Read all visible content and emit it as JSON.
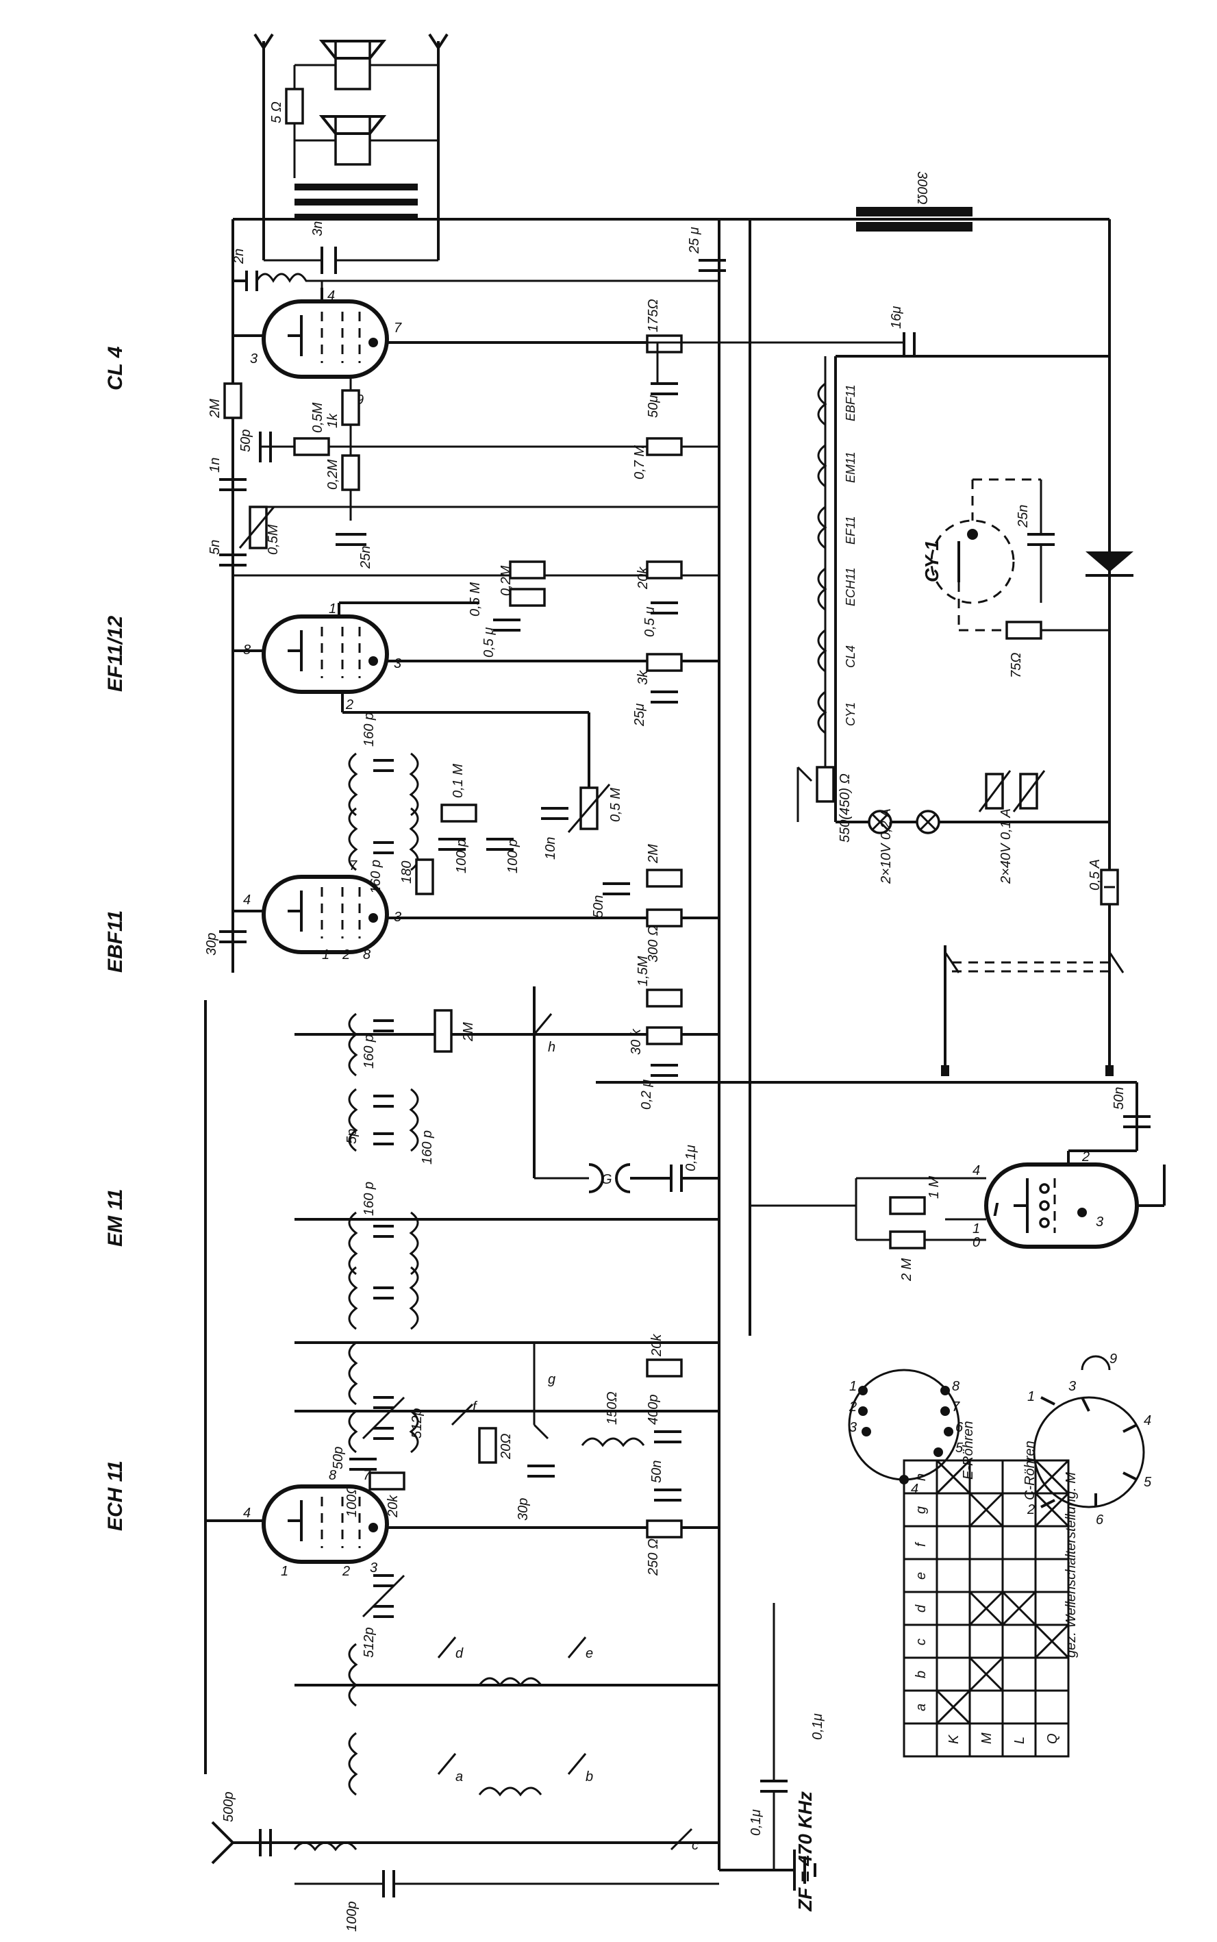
{
  "tubes": {
    "ech11": "ECH 11",
    "em11": "EM 11",
    "ebf11": "EBF11",
    "ef11": "EF11/12",
    "cl4": "CL 4"
  },
  "labels": {
    "zf": "ZF = 470 KHz",
    "ant_cap": "500p",
    "gnd_cap": "100p",
    "c01u_a": "0,1μ",
    "c01u_b": "0,1μ",
    "c512p_a": "512p",
    "c512p_b": "512p",
    "c50p_osc": "50p",
    "r100": "100Ω",
    "r20k_a": "20k",
    "r20k_b": "20k",
    "r20": "20Ω",
    "c30p_a": "30p",
    "ind150": "150Ω",
    "c400p": "400p",
    "r250": "250 Ω",
    "c50n_a": "50n",
    "c160p_a": "160 p",
    "c160p_b": "160 p",
    "c160p_c": "160 p",
    "c160p_d": "160 p",
    "c160p_e": "160 p",
    "c5p": "5p",
    "c01u_c": "0,1μ",
    "c30p_b": "30p",
    "r2m_a": "2M",
    "r1_5m": "1,5M",
    "r30k": "30 k",
    "c02u": "0,2 μ",
    "r300": "300 Ω",
    "r2m_b": "2M",
    "c50n_b": "50n",
    "c100p_a": "100 p",
    "c100p_b": "100 p",
    "c10n": "10n",
    "r01m": "0,1 M",
    "r05m_a": "0,5 M",
    "r05m_b": "0,5 M",
    "c05u_a": "0,5 μ",
    "r3k": "3k",
    "c25u_a": "25μ",
    "r02m_a": "0,2M",
    "r20k_c": "20k",
    "c05u_b": "0,5 μ",
    "c5n": "5n",
    "r05m_c": "0,5M",
    "c25n_a": "25n",
    "r02m_b": "0,2M",
    "c1n": "1n",
    "c50p_b": "50p",
    "r05m_d": "0,5M",
    "r1k": "1k",
    "r2m_c": "2M",
    "c2n": "2n",
    "c3n": "3n",
    "r5": "5 Ω",
    "r175": "175Ω",
    "c50u": "50μ",
    "r07m": "0,7 M",
    "c25u_b": "25 μ",
    "c16u": "16μ",
    "choke": "300Ω",
    "r550": "550(450) Ω",
    "lamp1": "2×10V 0,2 A",
    "lamp2": "2×40V 0,1 A",
    "fuse": "0,5 A",
    "cy1": "CY 1",
    "c25n_b": "25n",
    "r75": "75Ω",
    "em_r1": "1 M",
    "em_r2": "2 M",
    "c50n_c": "50n",
    "heater_cy1": "CY1",
    "heater_cl4": "CL4",
    "heater_ech11": "ECH11",
    "heater_ef11": "EF11",
    "heater_em11": "EM11",
    "heater_ebf11": "EBF11",
    "e_roehren": "E-Röhren",
    "c_roehren": "C-Röhren",
    "switch_title": "gez. Wellenschalterstellung: M"
  },
  "switch_letters": [
    "a",
    "b",
    "c",
    "d",
    "e",
    "f",
    "g",
    "h"
  ],
  "switch_table": {
    "cols": [
      "a",
      "b",
      "c",
      "d",
      "e",
      "f",
      "g",
      "h"
    ],
    "rows": [
      "K",
      "M",
      "L",
      "Q"
    ],
    "marks": [
      [
        1,
        0,
        0,
        0,
        0,
        0,
        0,
        1
      ],
      [
        0,
        1,
        0,
        1,
        0,
        0,
        1,
        0
      ],
      [
        0,
        0,
        0,
        1,
        0,
        0,
        0,
        0
      ],
      [
        0,
        0,
        1,
        0,
        0,
        0,
        1,
        1
      ]
    ]
  }
}
